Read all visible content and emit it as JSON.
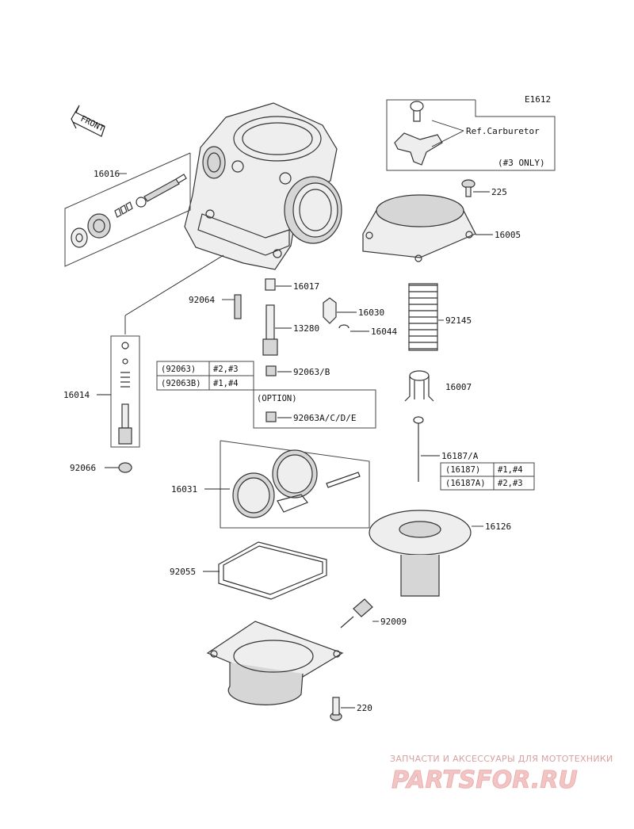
{
  "diagram_code": "E1612",
  "front_label": "FRONT",
  "ref_box": {
    "ref": "Ref.Carburetor",
    "note": "(#3 ONLY)"
  },
  "option_label": "(OPTION)",
  "labels": {
    "p16016": "16016",
    "p225": "225",
    "p16005": "16005",
    "p16017": "16017",
    "p92064": "92064",
    "p16030": "16030",
    "p13280": "13280",
    "p16044": "16044",
    "p92145": "92145",
    "p92063b_all": "92063/B",
    "p16014": "16014",
    "p16007": "16007",
    "p92063acde": "92063A/C/D/E",
    "p92066": "92066",
    "p16187a": "16187/A",
    "p16031": "16031",
    "p16126": "16126",
    "p92055": "92055",
    "p92009": "92009",
    "p220": "220"
  },
  "table_92063": [
    {
      "part": "(92063)",
      "note": "#2,#3"
    },
    {
      "part": "(92063B)",
      "note": "#1,#4"
    }
  ],
  "table_16187": [
    {
      "part": "(16187)",
      "note": "#1,#4"
    },
    {
      "part": "(16187A)",
      "note": "#2,#3"
    }
  ],
  "watermark": {
    "line1": "ЗАПЧАСТИ И АКСЕССУАРЫ ДЛЯ МОТОТЕХНИКИ",
    "line2": "PARTSFOR.RU"
  }
}
